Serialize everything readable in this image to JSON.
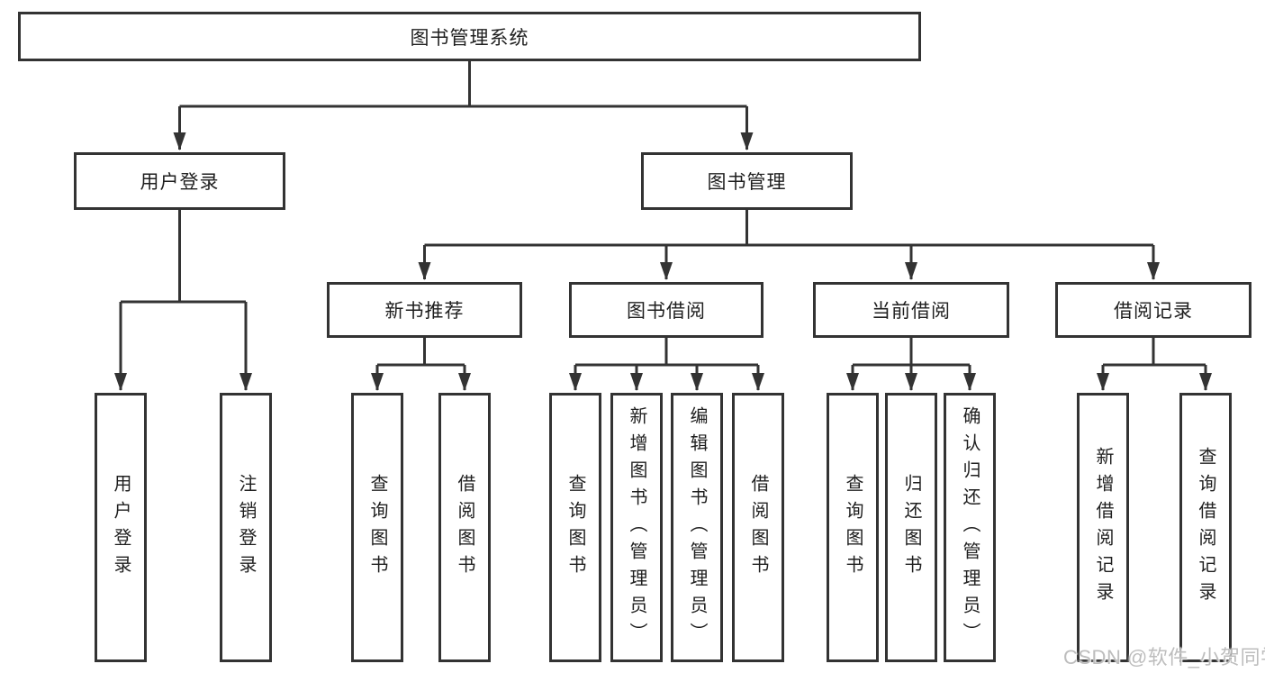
{
  "diagram": {
    "type": "hierarchy-tree",
    "colors": {
      "line": "#333333",
      "box_border": "#333333",
      "box_fill": "#ffffff",
      "text": "#1f1f1f",
      "watermark_text": "#bdbdbd",
      "background": "#ffffff"
    },
    "root": {
      "label": "图书管理系统"
    },
    "branches": {
      "user_login": {
        "label": "用户登录",
        "children": [
          {
            "label": "用户登录"
          },
          {
            "label": "注销登录"
          }
        ]
      },
      "book_mgmt": {
        "label": "图书管理",
        "sections": [
          {
            "label": "新书推荐",
            "children": [
              {
                "label": "查询图书"
              },
              {
                "label": "借阅图书"
              }
            ]
          },
          {
            "label": "图书借阅",
            "children": [
              {
                "label": "查询图书"
              },
              {
                "label": "新增图书（管理员）"
              },
              {
                "label": "编辑图书（管理员）"
              },
              {
                "label": "借阅图书"
              }
            ]
          },
          {
            "label": "当前借阅",
            "children": [
              {
                "label": "查询图书"
              },
              {
                "label": "归还图书"
              },
              {
                "label": "确认归还（管理员）"
              }
            ]
          },
          {
            "label": "借阅记录",
            "children": [
              {
                "label": "新增借阅记录"
              },
              {
                "label": "查询借阅记录"
              }
            ]
          }
        ]
      }
    },
    "watermark": {
      "text": "CSDN @软件_小贺同学"
    }
  }
}
